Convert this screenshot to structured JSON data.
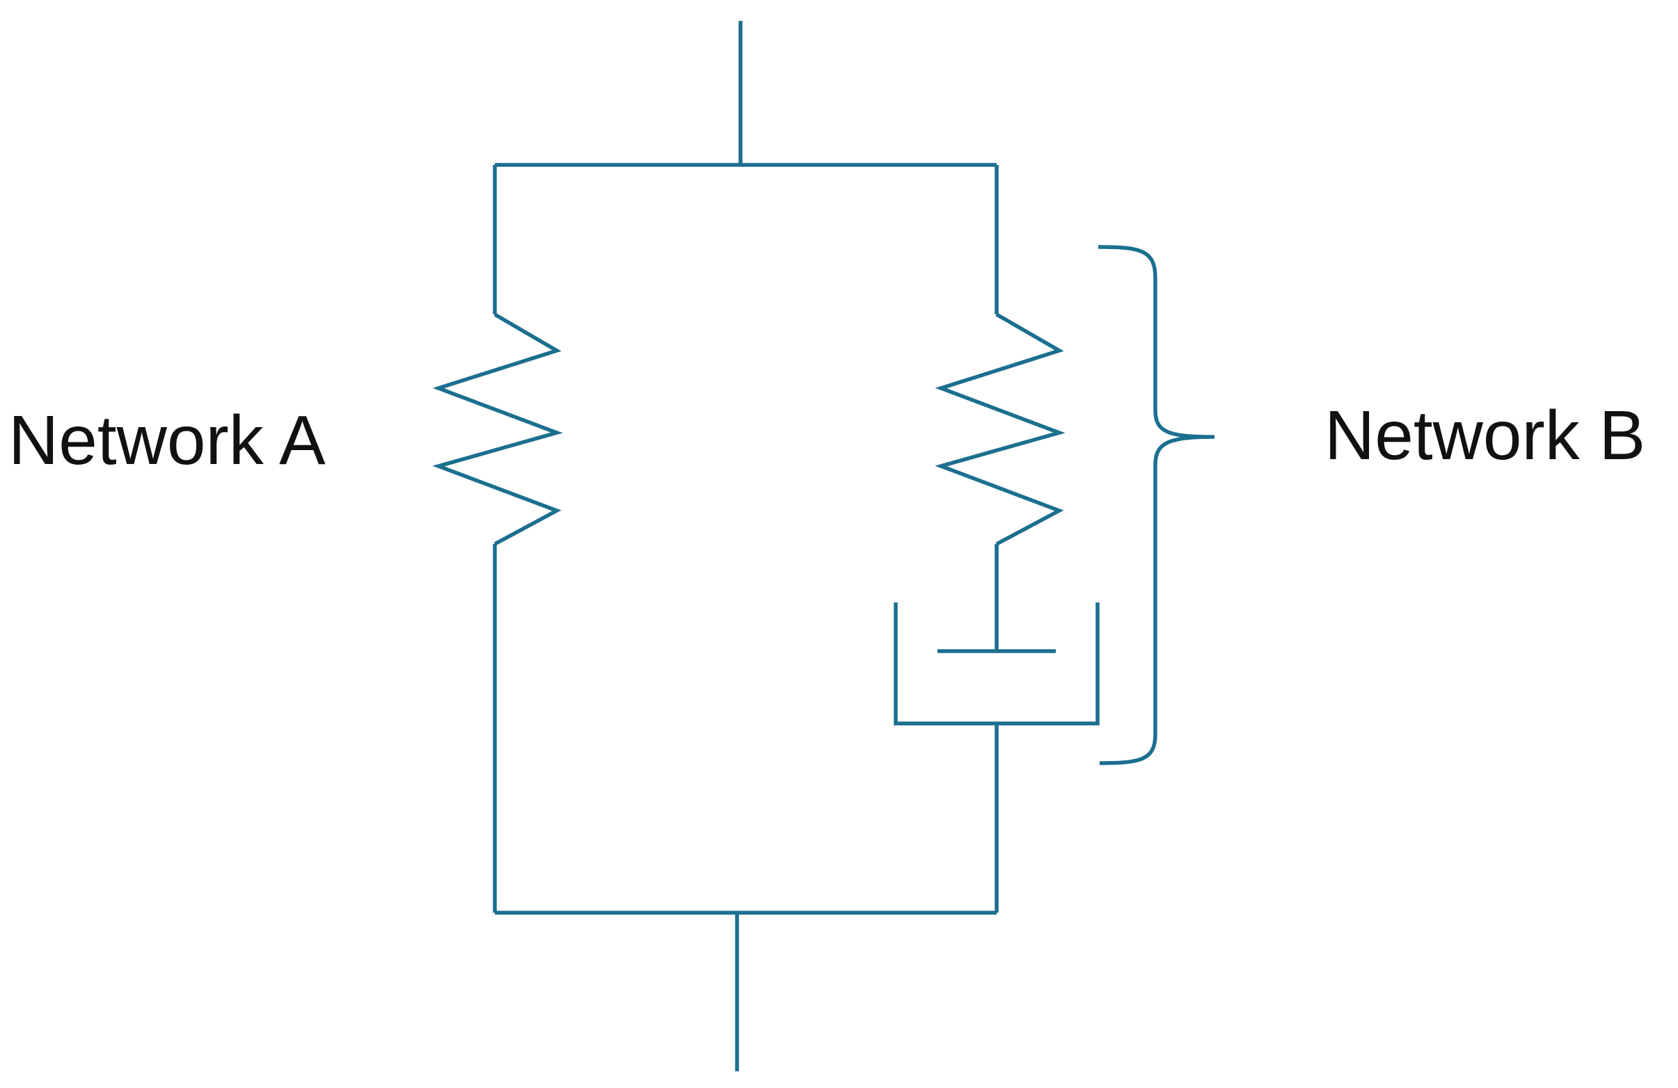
{
  "diagram": {
    "line_color": "#1b6f8f",
    "text_color": "#111111",
    "labels": {
      "network_a": "Network A",
      "network_b": "Network B"
    },
    "components": {
      "network_a_spring": "spring",
      "network_b_spring": "spring",
      "network_b_dashpot": "dashpot",
      "network_b_brace": "brace"
    }
  }
}
